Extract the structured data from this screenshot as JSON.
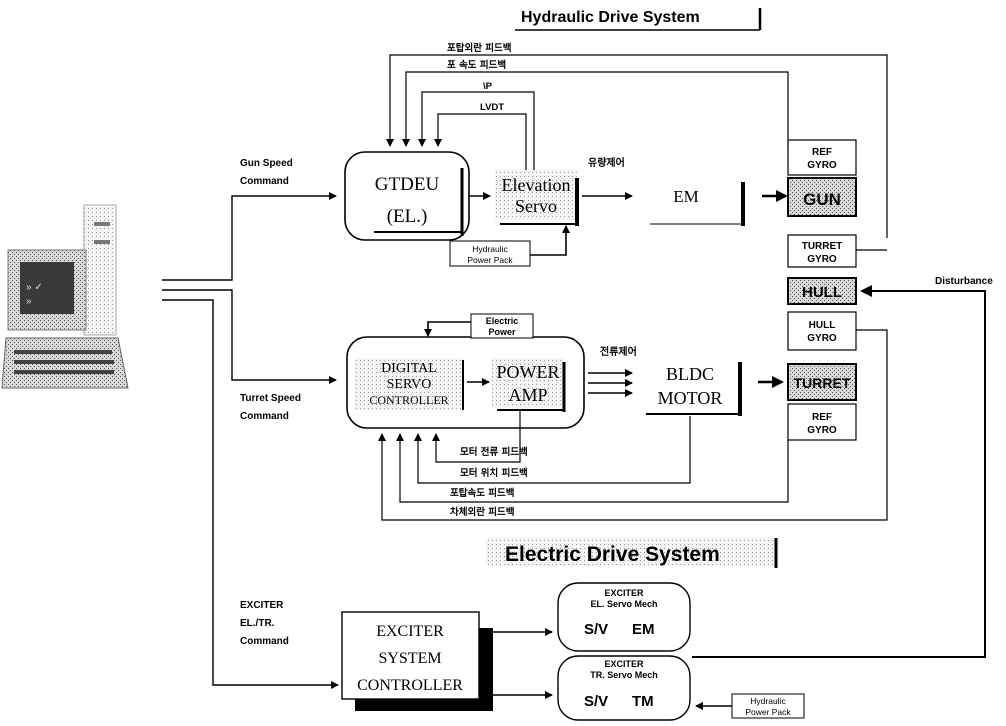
{
  "sections": {
    "hydraulic_title": "Hydraulic Drive System",
    "electric_title": "Electric Drive System"
  },
  "commands": {
    "gun_speed": [
      "Gun Speed",
      "Command"
    ],
    "turret_speed": [
      "Turret Speed",
      "Command"
    ],
    "exciter": [
      "EXCITER",
      "EL./TR.",
      "Command"
    ]
  },
  "hydraulic": {
    "gtdeu": [
      "GTDEU",
      "(EL.)"
    ],
    "elevation_servo": [
      "Elevation",
      "Servo"
    ],
    "em": "EM",
    "power_pack": [
      "Hydraulic",
      "Power  Pack"
    ],
    "flow_control": "유량제어",
    "feedbacks": [
      "포탑외란 피드백",
      "포  속도 피드백",
      "\\P",
      "LVDT"
    ]
  },
  "electric": {
    "digital_servo": [
      "DIGITAL",
      "SERVO",
      "CONTROLLER"
    ],
    "power_amp": [
      "POWER",
      "AMP"
    ],
    "bldc": [
      "BLDC",
      "MOTOR"
    ],
    "electric_power": [
      "Electric",
      "Power"
    ],
    "current_control": "전류제어",
    "feedbacks": [
      "모터 전류 피드백",
      "모터 위치 피드백",
      "포탑속도 피드백",
      "차체외란 피드백"
    ]
  },
  "right_column": {
    "ref_gyro_top": [
      "REF",
      "GYRO"
    ],
    "gun": "GUN",
    "turret_gyro": [
      "TURRET",
      "GYRO"
    ],
    "hull": "HULL",
    "hull_gyro": [
      "HULL",
      "GYRO"
    ],
    "turret": "TURRET",
    "ref_gyro_bottom": [
      "REF",
      "GYRO"
    ],
    "disturbance": "Disturbance"
  },
  "exciter": {
    "controller": [
      "EXCITER",
      "SYSTEM",
      "CONTROLLER"
    ],
    "el_mech": {
      "title": [
        "EXCITER",
        "EL. Servo Mech"
      ],
      "left": "S/V",
      "right": "EM"
    },
    "tr_mech": {
      "title": [
        "EXCITER",
        "TR. Servo Mech"
      ],
      "left": "S/V",
      "right": "TM"
    },
    "power_pack": [
      "Hydraulic",
      "Power  Pack"
    ]
  },
  "colors": {
    "ink": "#000000",
    "paper": "#ffffff",
    "shade": "#a9a9a9",
    "screen": "#3a3a3a"
  }
}
